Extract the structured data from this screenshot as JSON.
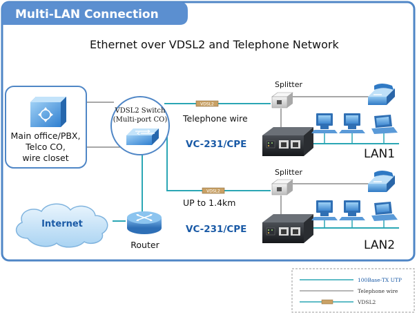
{
  "title": "Multi-LAN Connection",
  "subtitle": "Ethernet over VDSL2 and Telephone Network",
  "nodes": {
    "main_office": [
      "Main office/PBX,",
      "Telco CO,",
      "wire closet"
    ],
    "vdsl2_switch": [
      "VDSL2 Switch",
      "(Multi-port CO)"
    ],
    "internet": "Internet",
    "router": "Router",
    "splitter_1": "Splitter",
    "splitter_2": "Splitter",
    "cpe_1": "VC-231/CPE",
    "cpe_2": "VC-231/CPE",
    "lan_1": "LAN1",
    "lan_2": "LAN2"
  },
  "links": {
    "vdsl2_tag": "VDSL2",
    "telephone_wire": "Telephone wire",
    "distance": "UP to 1.4km"
  },
  "legend": {
    "items": [
      {
        "label": "100Base-TX UTP",
        "color": "#2aa6b4",
        "style": "utp"
      },
      {
        "label": "Telephone wire",
        "color": "#8a8a8a",
        "style": "phone"
      },
      {
        "label": "VDSL2",
        "color": "#2aa6b4",
        "style": "vdsl2"
      }
    ]
  },
  "colors": {
    "frame": "#4f86c6",
    "title_tab": "#5b8fd0",
    "utp_line": "#2aa6b4",
    "phone_line": "#8a8a8a",
    "accent_text": "#1a5aa6",
    "device_blue": "#4a90d9"
  }
}
